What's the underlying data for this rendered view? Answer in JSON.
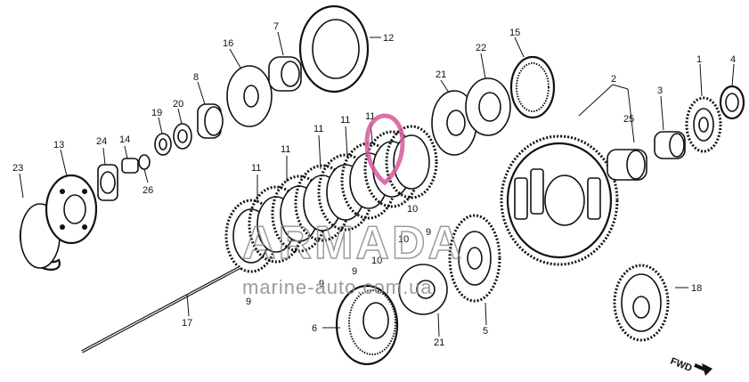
{
  "callouts": {
    "c1": "1",
    "c2": "2",
    "c3": "3",
    "c4": "4",
    "c5": "5",
    "c6": "6",
    "c7": "7",
    "c8": "8",
    "c9a": "9",
    "c9b": "9",
    "c9c": "9",
    "c9d": "9",
    "c10a": "10",
    "c10b": "10",
    "c10c": "10",
    "c11a": "11",
    "c11b": "11",
    "c11c": "11",
    "c11d": "11",
    "c11e": "11",
    "c12": "12",
    "c13": "13",
    "c14": "14",
    "c15": "15",
    "c16": "16",
    "c17": "17",
    "c18": "18",
    "c19": "19",
    "c20": "20",
    "c21a": "21",
    "c21b": "21",
    "c22": "22",
    "c23": "23",
    "c24": "24",
    "c25": "25",
    "c26": "26"
  },
  "direction_label": "FWD",
  "watermark": {
    "brand": "ARMADA",
    "sub": "marine-auto.com.ua",
    "color": "#d45a9a"
  }
}
